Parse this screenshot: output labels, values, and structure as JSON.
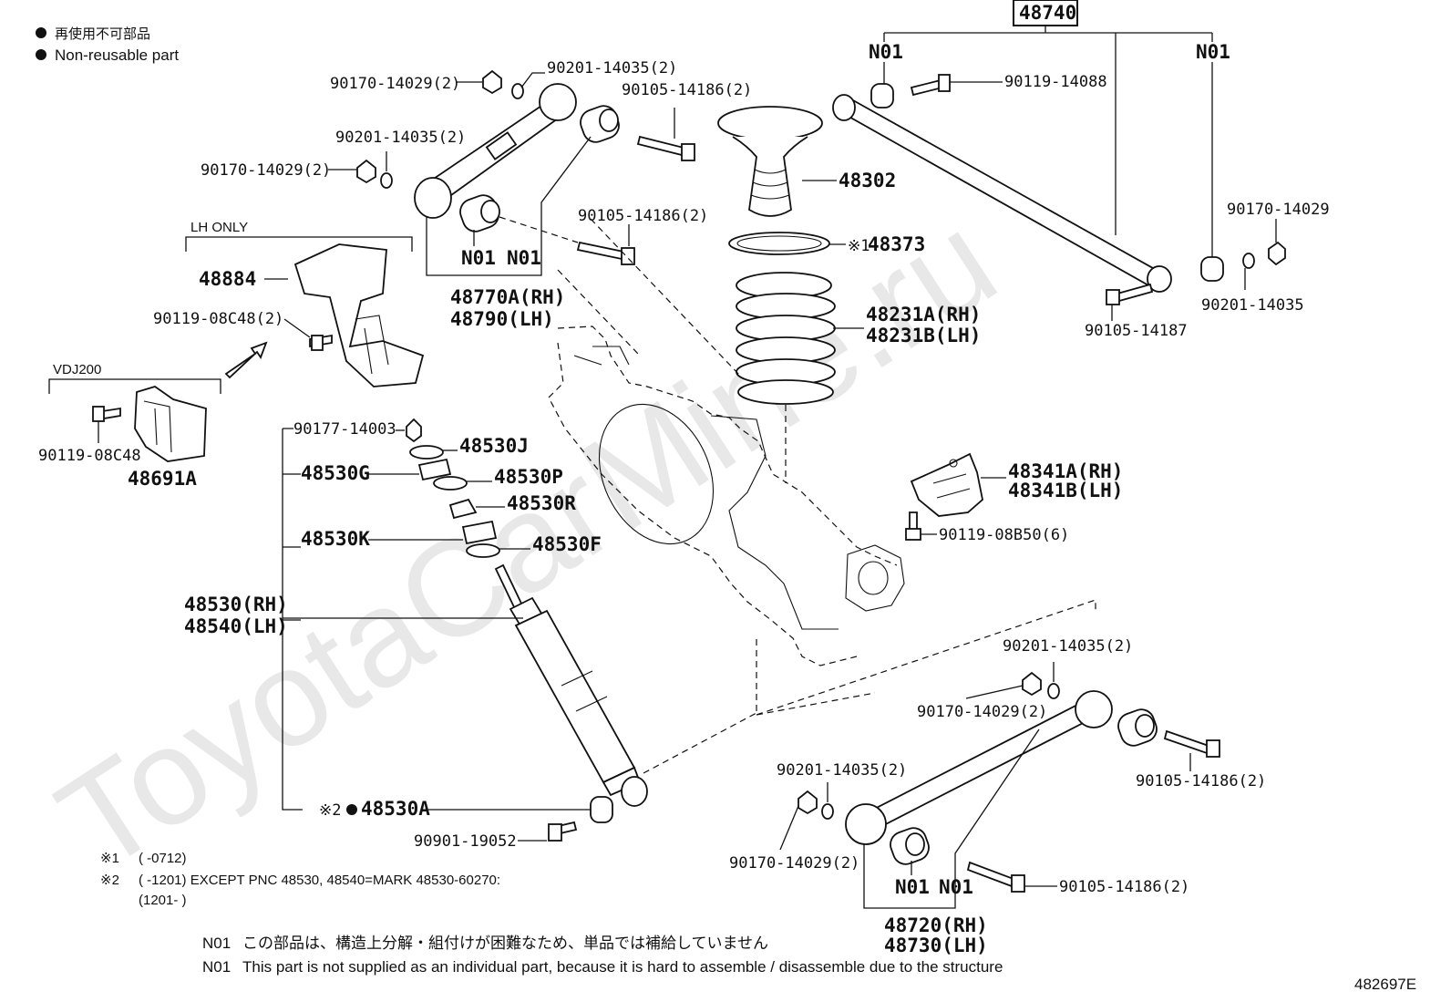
{
  "legend": {
    "jp": "再使用不可部品",
    "en": "Non-reusable part",
    "bullet": "●"
  },
  "watermark": "ToyotaCarMine.ru",
  "group_labels": {
    "lh_only": "LH ONLY",
    "vdj200": "VDJ200"
  },
  "labels": {
    "p48740": "48740",
    "n01_a": "N01",
    "n01_b": "N01",
    "p90119_14088": "90119-14088",
    "p90170_14029_r": "90170-14029",
    "p90201_14035_r": "90201-14035",
    "p90105_14187": "90105-14187",
    "p48302": "48302",
    "p48373_mark": "※1",
    "p48373": "48373",
    "p48231a": "48231A(RH)",
    "p48231b": "48231B(LH)",
    "p90170_14029_2a": "90170-14029(2)",
    "p90201_14035_2a": "90201-14035(2)",
    "p90105_14186_2a": "90105-14186(2)",
    "p90201_14035_2b": "90201-14035(2)",
    "p90170_14029_2b": "90170-14029(2)",
    "p90105_14186_2b": "90105-14186(2)",
    "n01_c": "N01",
    "n01_d": "N01",
    "p48770a": "48770A(RH)",
    "p48790": "48790(LH)",
    "p48884": "48884",
    "p90119_08c48_2": "90119-08C48(2)",
    "p90119_08c48": "90119-08C48",
    "p48691a": "48691A",
    "p90177_14003": "90177-14003",
    "p48530j": "48530J",
    "p48530g": "48530G",
    "p48530p": "48530P",
    "p48530r": "48530R",
    "p48530k": "48530K",
    "p48530f": "48530F",
    "p48530rh": "48530(RH)",
    "p48540lh": "48540(LH)",
    "p48530a_mark": "※2",
    "p48530a": "48530A",
    "p90901_19052": "90901-19052",
    "p48341a": "48341A(RH)",
    "p48341b": "48341B(LH)",
    "p90119_08b50": "90119-08B50(6)",
    "p90201_14035_2c": "90201-14035(2)",
    "p90170_14029_2c": "90170-14029(2)",
    "p90105_14186_2c": "90105-14186(2)",
    "p90201_14035_2d": "90201-14035(2)",
    "p90170_14029_2d": "90170-14029(2)",
    "p90105_14186_2d": "90105-14186(2)",
    "n01_e": "N01",
    "n01_f": "N01",
    "p48720": "48720(RH)",
    "p48730": "48730(LH)"
  },
  "footnotes": {
    "f1_mark": "※1",
    "f1_text": "(      -0712)",
    "f2_mark": "※2",
    "f2_text": "(      -1201) EXCEPT PNC 48530, 48540=MARK 48530-60270:",
    "f2_text2": "(1201-      )",
    "n01_jp_code": "N01",
    "n01_jp": "この部品は、構造上分解・組付けが困難なため、単品では補給していません",
    "n01_en_code": "N01",
    "n01_en": "This part is not supplied as an individual part, because it is hard to assemble / disassemble due to the structure"
  },
  "diagram_id": "482697E"
}
